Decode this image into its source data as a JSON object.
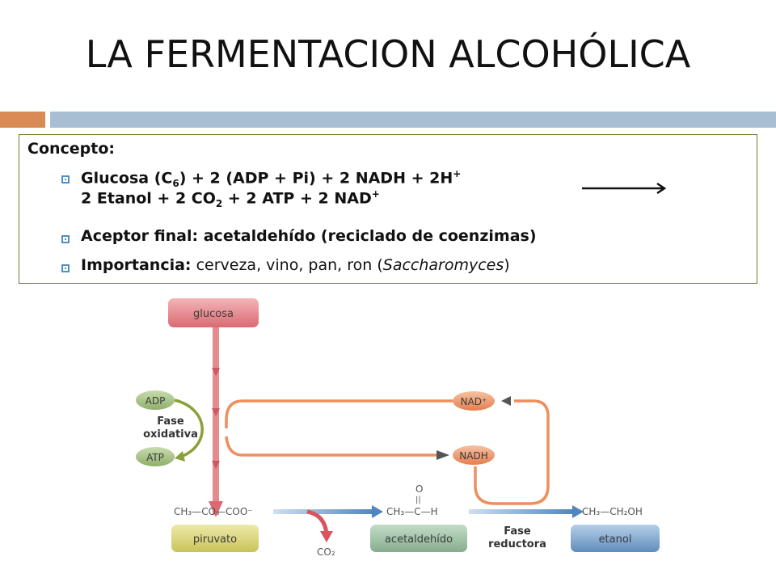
{
  "slide": {
    "title": "LA FERMENTACION ALCOHÓLICA"
  },
  "concept": {
    "label": "Concepto:",
    "reaction": {
      "line1_a": "Glucosa (C",
      "line1_sub": "6",
      "line1_b": ") + 2 (ADP + Pi) + 2 NADH + 2H",
      "line1_sup": "+",
      "line2_a": "2 Etanol + 2 CO",
      "line2_sub": "2",
      "line2_b": " + 2 ATP + 2 NAD",
      "line2_sup": "+"
    },
    "acceptor": "Aceptor final: acetaldehído (reciclado de coenzimas)",
    "importance_label": "Importancia:",
    "importance_text_a": " cerveza, vino, pan, ron (",
    "importance_italic": "Saccharomyces",
    "importance_text_b": ")"
  },
  "diagram": {
    "glucosa": "glucosa",
    "adp": "ADP",
    "atp": "ATP",
    "fase_oxidativa_1": "Fase",
    "fase_oxidativa_2": "oxidativa",
    "nad_plus": "NAD⁺",
    "nadh": "NADH",
    "piruvato_formula": "CH₃—CO—COO⁻",
    "piruvato": "piruvato",
    "co2": "CO₂",
    "acetaldehido_o": "O",
    "acetaldehido_formula": "CH₃—C—H",
    "acetaldehido": "acetaldehído",
    "fase_reductora_1": "Fase",
    "fase_reductora_2": "reductora",
    "etanol_formula": "CH₃—CH₂OH",
    "etanol": "etanol"
  },
  "colors": {
    "pink_pill": "#e8878c",
    "green_pill": "#a4bf82",
    "orange_pill": "#ec9a6e",
    "teal_pill": "#9fc1a6",
    "blue_pill": "#7ea7cf",
    "yellow_pill": "#ddd97e",
    "accent_orange": "#d98a55",
    "accent_blue": "#a8bed3"
  }
}
